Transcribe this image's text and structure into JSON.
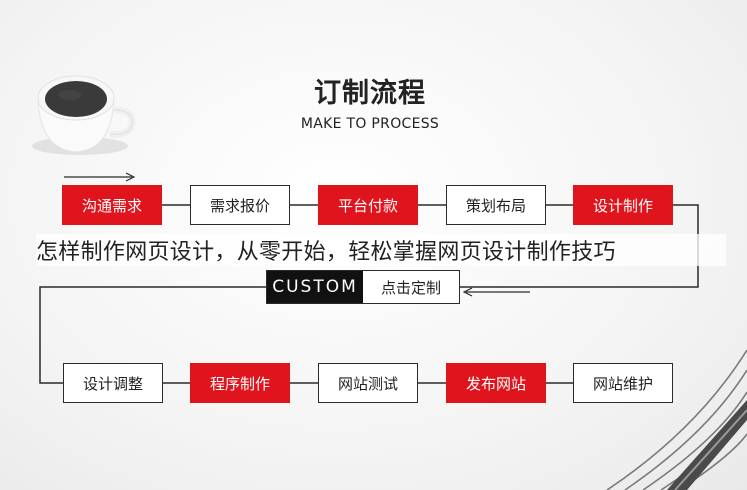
{
  "header": {
    "title": "订制流程",
    "subtitle": "MAKE TO PROCESS"
  },
  "overlay_text": "怎样制作网页设计，从零开始，轻松掌握网页设计制作技巧",
  "custom": {
    "label": "CUSTOM",
    "sub": "点击定制"
  },
  "row1": [
    {
      "label": "沟通需求",
      "highlight": true
    },
    {
      "label": "需求报价",
      "highlight": false
    },
    {
      "label": "平台付款",
      "highlight": true
    },
    {
      "label": "策划布局",
      "highlight": false
    },
    {
      "label": "设计制作",
      "highlight": true
    }
  ],
  "row2": [
    {
      "label": "设计调整",
      "highlight": false
    },
    {
      "label": "程序制作",
      "highlight": true
    },
    {
      "label": "网站测试",
      "highlight": false
    },
    {
      "label": "发布网站",
      "highlight": true
    },
    {
      "label": "网站维护",
      "highlight": false
    }
  ],
  "colors": {
    "accent": "#e0141c",
    "line": "#2b2b2b",
    "text": "#222222"
  }
}
